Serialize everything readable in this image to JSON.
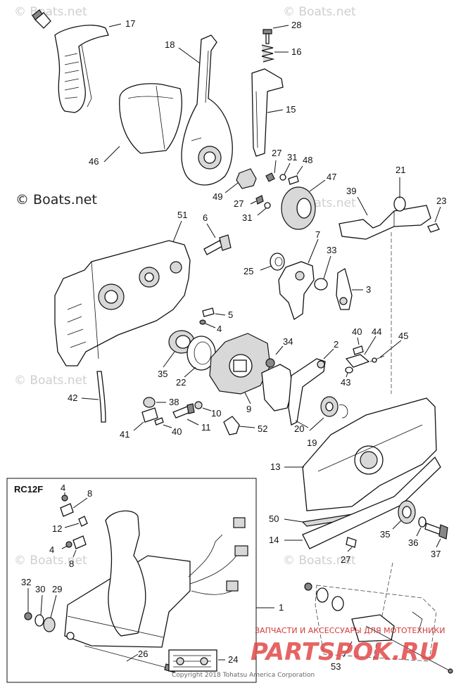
{
  "watermarks": {
    "main": "© Boats.net",
    "faint": "© Boats.net"
  },
  "kit_label": "RC12F",
  "footer": {
    "copyright": "Copyright 2018 Tohatsu America Corporation",
    "ru_tagline": "ЗАПЧАСТИ И АКСЕССУАРЫ ДЛЯ МОТОТЕХНИКИ",
    "brand": "PARTSPOK.RU"
  },
  "callouts": {
    "p17": "17",
    "p28": "28",
    "p16": "16",
    "p18": "18",
    "p15": "15",
    "p46": "46",
    "p27a": "27",
    "p31a": "31",
    "p48": "48",
    "p47": "47",
    "p21": "21",
    "p49": "49",
    "p39": "39",
    "p27b": "27",
    "p31b": "31",
    "p23": "23",
    "p51": "51",
    "p6": "6",
    "p7": "7",
    "p33": "33",
    "p25": "25",
    "p3": "3",
    "p5": "5",
    "p4a": "4",
    "p40a": "40",
    "p44": "44",
    "p45": "45",
    "p34": "34",
    "p2": "2",
    "p35a": "35",
    "p22": "22",
    "p43": "43",
    "p42": "42",
    "p38": "38",
    "p9": "9",
    "p10": "10",
    "p20": "20",
    "p19": "19",
    "p11": "11",
    "p52": "52",
    "p41": "41",
    "p40b": "40",
    "p13": "13",
    "p4b": "4",
    "p8a": "8",
    "p12": "12",
    "p4c": "4",
    "p8b": "8",
    "p50": "50",
    "p14": "14",
    "p35b": "35",
    "p36": "36",
    "p37": "37",
    "p27c": "27",
    "p1": "1",
    "p32": "32",
    "p30": "30",
    "p29": "29",
    "p26": "26",
    "p24": "24",
    "p53": "53"
  }
}
